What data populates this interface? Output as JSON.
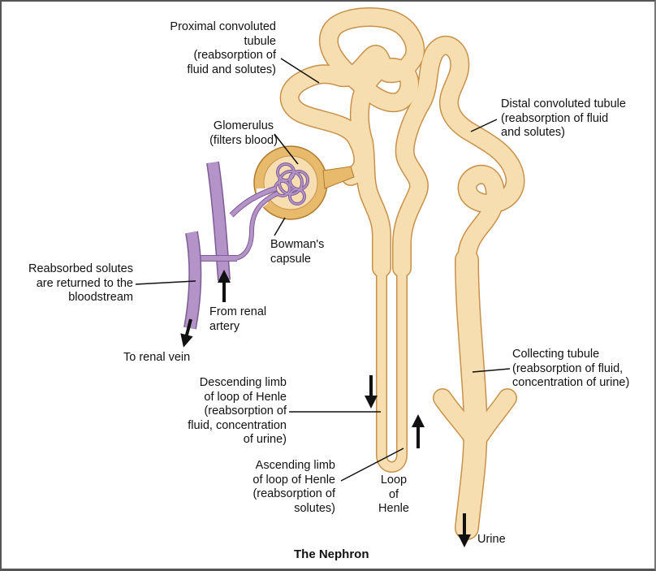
{
  "diagram": {
    "title": "The Nephron",
    "colors": {
      "tubule_fill": "#f6deb0",
      "tubule_stroke": "#c8914a",
      "capsule_fill": "#e8bb6c",
      "vessel_fill": "#b493c9",
      "vessel_stroke": "#7d5c95",
      "arrow": "#111111",
      "leader": "#111111"
    },
    "labels": {
      "proximal": "Proximal convoluted\ntubule\n(reabsorption of\nfluid and solutes)",
      "glomerulus": "Glomerulus\n(filters blood)",
      "distal": "Distal convoluted tubule\n(reabsorption of fluid\nand solutes)",
      "bowmans": "Bowman's\ncapsule",
      "reabsorbed": "Reabsorbed solutes\nare returned to the\nbloodstream",
      "from_artery": "From renal\nartery",
      "to_vein": "To renal vein",
      "collecting": "Collecting tubule\n(reabsorption of fluid,\nconcentration of urine)",
      "descending": "Descending limb\nof loop of Henle\n(reabsorption of\nfluid, concentration\nof urine)",
      "ascending": "Ascending limb\nof loop of Henle\n(reabsorption of\nsolutes)",
      "loop": "Loop\nof\nHenle",
      "urine": "Urine"
    },
    "flow_arrows": [
      {
        "name": "to-renal-vein",
        "direction": "down"
      },
      {
        "name": "from-renal-artery",
        "direction": "up"
      },
      {
        "name": "descending-limb-flow",
        "direction": "down"
      },
      {
        "name": "ascending-limb-flow",
        "direction": "up"
      },
      {
        "name": "urine-flow",
        "direction": "down"
      }
    ]
  }
}
